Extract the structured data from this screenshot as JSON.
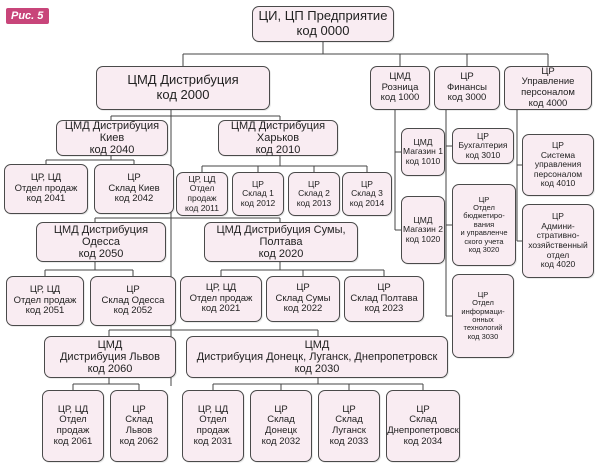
{
  "figure_label": "Рис. 5",
  "nodes": [
    {
      "id": "root",
      "lines": [
        "ЦИ, ЦП Предприятие",
        "код 0000"
      ]
    },
    {
      "id": "dist",
      "lines": [
        "ЦМД  Дистрибуция",
        "код 2000"
      ]
    },
    {
      "id": "retail",
      "lines": [
        "ЦМД",
        "Розница",
        "код 1000"
      ]
    },
    {
      "id": "fin",
      "lines": [
        "ЦР",
        "Финансы",
        "код 3000"
      ]
    },
    {
      "id": "hr",
      "lines": [
        "ЦР",
        "Управление",
        "персоналом",
        "код 4000"
      ]
    },
    {
      "id": "kiev",
      "lines": [
        "ЦМД  Дистрибуция",
        "Киев",
        "код 2040"
      ]
    },
    {
      "id": "kharkov",
      "lines": [
        "ЦМД  Дистрибуция",
        "Харьков",
        "код 2010"
      ]
    },
    {
      "id": "shop1",
      "lines": [
        "ЦМД",
        "Магазин 1",
        "код 1010"
      ]
    },
    {
      "id": "acc",
      "lines": [
        "ЦР",
        "Бухгалтерия",
        "код 3010"
      ]
    },
    {
      "id": "hrsys",
      "lines": [
        "ЦР",
        "Система",
        "управления",
        "персоналом",
        "код 4010"
      ]
    },
    {
      "id": "k2041",
      "lines": [
        "ЦР, ЦД",
        "Отдел продаж",
        "код 2041"
      ]
    },
    {
      "id": "k2042",
      "lines": [
        "ЦР",
        "Склад Киев",
        "код 2042"
      ]
    },
    {
      "id": "h2011",
      "lines": [
        "ЦР, ЦД",
        "Отдел",
        "продаж",
        "код 2011"
      ]
    },
    {
      "id": "h2012",
      "lines": [
        "ЦР",
        "Склад 1",
        "код 2012"
      ]
    },
    {
      "id": "h2013",
      "lines": [
        "ЦР",
        "Склад 2",
        "код 2013"
      ]
    },
    {
      "id": "h2014",
      "lines": [
        "ЦР",
        "Склад 3",
        "код 2014"
      ]
    },
    {
      "id": "shop2",
      "lines": [
        "ЦМД",
        "Магазин 2",
        "код 1020"
      ]
    },
    {
      "id": "budget",
      "lines": [
        "ЦР",
        "Отдел",
        "бюджетиро-",
        "вания",
        "и управленче",
        "ского учета",
        "код 3020"
      ]
    },
    {
      "id": "admin",
      "lines": [
        "ЦР",
        "Админи-",
        "стративно-",
        "хозяйственный",
        "отдел",
        "код 4020"
      ]
    },
    {
      "id": "odessa",
      "lines": [
        "ЦМД  Дистрибуция",
        "Одесса",
        "код 2050"
      ]
    },
    {
      "id": "sumy",
      "lines": [
        "ЦМД  Дистрибуция Сумы,",
        "Полтава",
        "код 2020"
      ]
    },
    {
      "id": "o2051",
      "lines": [
        "ЦР, ЦД",
        "Отдел продаж",
        "код 2051"
      ]
    },
    {
      "id": "o2052",
      "lines": [
        "ЦР",
        "Склад Одесса",
        "код 2052"
      ]
    },
    {
      "id": "s2021",
      "lines": [
        "ЦР, ЦД",
        "Отдел продаж",
        "код 2021"
      ]
    },
    {
      "id": "s2022",
      "lines": [
        "ЦР",
        "Склад Сумы",
        "код 2022"
      ]
    },
    {
      "id": "s2023",
      "lines": [
        "ЦР",
        "Склад Полтава",
        "код 2023"
      ]
    },
    {
      "id": "it",
      "lines": [
        "ЦР",
        "Отдел",
        "информаци-",
        "онных",
        "технологий",
        "код 3030"
      ]
    },
    {
      "id": "lviv",
      "lines": [
        "ЦМД",
        "Дистрибуция Львов",
        "код 2060"
      ]
    },
    {
      "id": "donetsk",
      "lines": [
        "ЦМД",
        "Дистрибуция Донецк, Луганск, Днепропетровск",
        "код 2030"
      ]
    },
    {
      "id": "l2061",
      "lines": [
        "ЦР, ЦД",
        "Отдел",
        "продаж",
        "код 2061"
      ]
    },
    {
      "id": "l2062",
      "lines": [
        "ЦР",
        "Склад",
        "Львов",
        "код 2062"
      ]
    },
    {
      "id": "d2031",
      "lines": [
        "ЦР, ЦД",
        "Отдел",
        "продаж",
        "код 2031"
      ]
    },
    {
      "id": "d2032",
      "lines": [
        "ЦР",
        "Склад",
        "Донецк",
        "код 2032"
      ]
    },
    {
      "id": "d2033",
      "lines": [
        "ЦР",
        "Склад",
        "Луганск",
        "код 2033"
      ]
    },
    {
      "id": "d2034",
      "lines": [
        "ЦР",
        "Склад",
        "Днепропетровск",
        "код 2034"
      ]
    }
  ]
}
